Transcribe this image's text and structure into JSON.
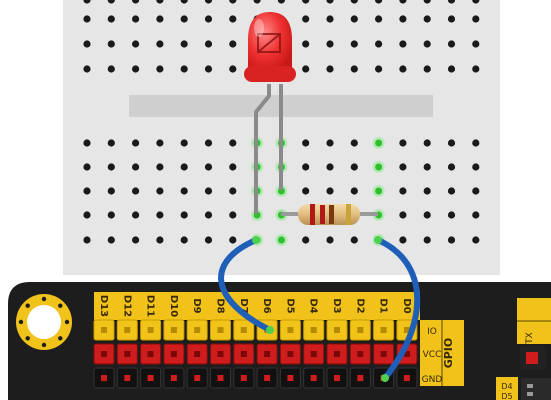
{
  "board": {
    "pin_labels": [
      "D13",
      "D12",
      "D11",
      "D10",
      "D9",
      "D8",
      "D7",
      "D6",
      "D5",
      "D4",
      "D3",
      "D2",
      "D1",
      "D0"
    ],
    "side_labels": {
      "io": "IO",
      "vcc": "VCC",
      "gnd": "GND",
      "gpio": "GPIO"
    },
    "right_labels": {
      "tx": "TX",
      "d4": "D4",
      "d5": "D5"
    }
  },
  "components": {
    "led": {
      "color": "red",
      "hex": "#e8282a"
    },
    "resistor": {
      "band_colors": [
        "#b01818",
        "#b01818",
        "#7a3a10",
        "#c9a23a"
      ]
    },
    "wire_color": "#1f5fb8"
  },
  "colors": {
    "breadboard": "#e6e6e6",
    "board": "#1d1d1d",
    "io_header": "#f2c318",
    "vcc_header": "#cf1c1c",
    "gnd_header": "#111111",
    "label_strip": "#f0c21a"
  }
}
